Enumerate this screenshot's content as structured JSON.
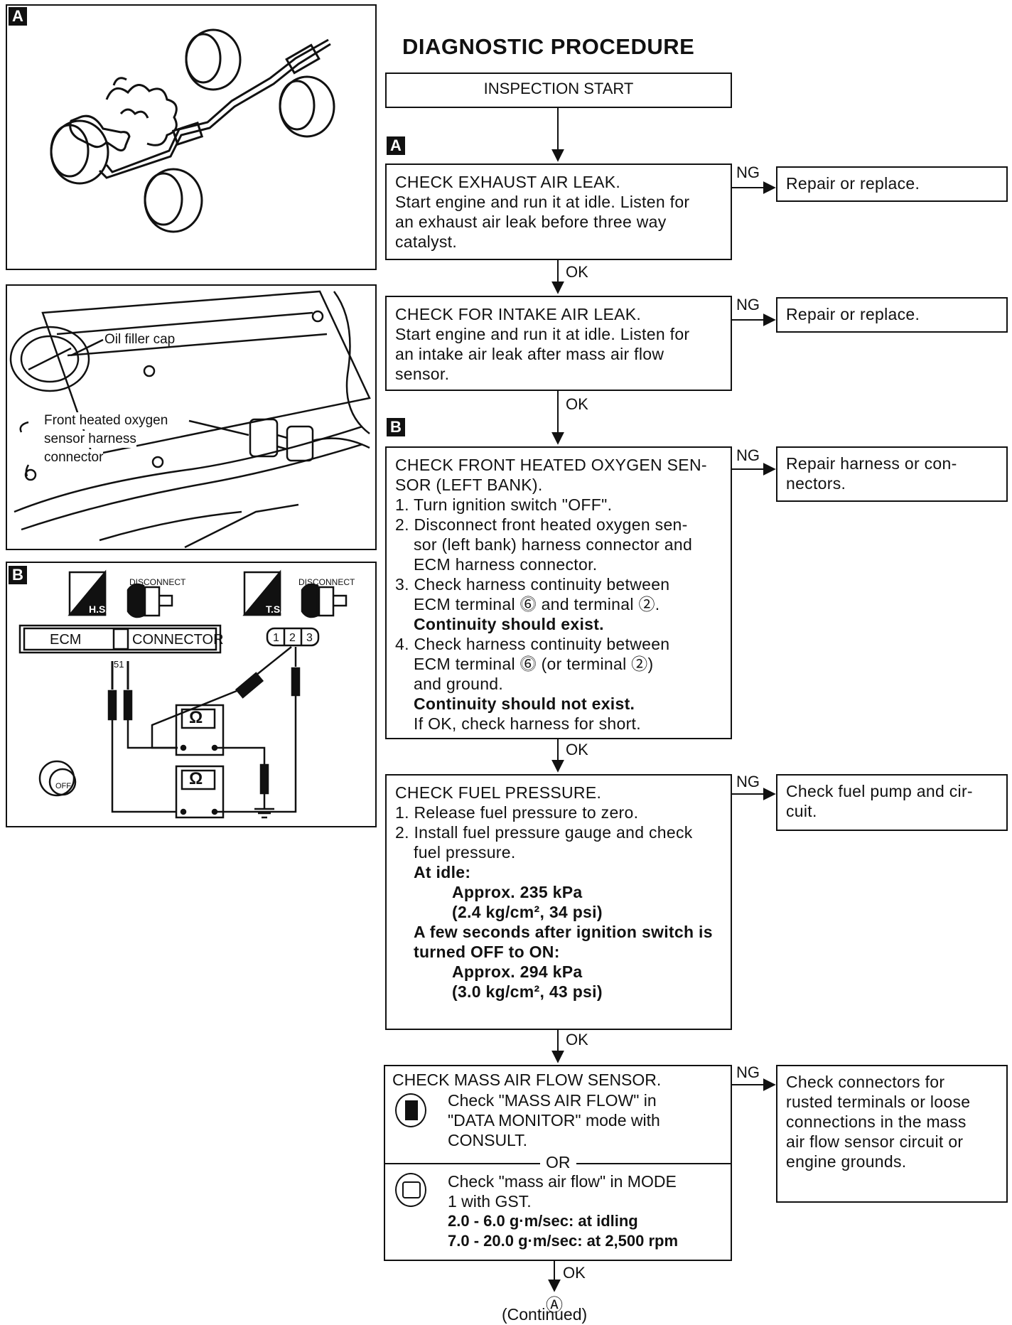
{
  "title": "DIAGNOSTIC PROCEDURE",
  "start_label": "INSPECTION START",
  "tags": {
    "a": "A",
    "b": "B"
  },
  "ok_label": "OK",
  "ng_label": "NG",
  "or_label": "OR",
  "steps": [
    {
      "lines": [
        "CHECK EXHAUST AIR LEAK.",
        "Start engine and run it at idle. Listen for",
        "an exhaust air leak before three way",
        "catalyst."
      ],
      "ng_action": [
        "Repair or replace."
      ]
    },
    {
      "lines": [
        "CHECK FOR INTAKE AIR LEAK.",
        "Start engine and run it at idle. Listen for",
        "an intake air leak after mass air flow",
        "sensor."
      ],
      "ng_action": [
        "Repair or replace."
      ]
    },
    {
      "lines": [
        "CHECK FRONT HEATED OXYGEN SEN-",
        "SOR (LEFT BANK).",
        "1. Turn ignition switch \"OFF\".",
        "2. Disconnect front heated oxygen sen-",
        "sor (left bank) harness connector and",
        "ECM harness connector.",
        "3. Check harness continuity between",
        "ECM terminal ⓺ and terminal ②.",
        "Continuity should exist.",
        "4. Check harness continuity between",
        "ECM terminal ⓺ (or terminal ②)",
        "and ground.",
        "Continuity should not exist.",
        "If OK, check harness for short."
      ],
      "ng_action": [
        "Repair harness or con-",
        "nectors."
      ]
    },
    {
      "lines": [
        "CHECK FUEL PRESSURE.",
        "1. Release fuel pressure to zero.",
        "2. Install fuel pressure gauge and check",
        "fuel pressure.",
        "At idle:",
        "Approx. 235 kPa",
        "(2.4 kg/cm², 34 psi)",
        "A few seconds after ignition switch is",
        "turned OFF to ON:",
        "Approx. 294 kPa",
        "(3.0 kg/cm², 43 psi)"
      ],
      "ng_action": [
        "Check fuel pump and cir-",
        "cuit."
      ]
    },
    {
      "lines": [
        "CHECK MASS AIR FLOW SENSOR.",
        "Check \"MASS AIR FLOW\" in",
        "\"DATA MONITOR\" mode with",
        "CONSULT.",
        "Check \"mass air flow\" in MODE",
        "1 with GST.",
        "2.0 - 6.0 g·m/sec: at idling",
        "7.0 - 20.0 g·m/sec: at 2,500 rpm"
      ],
      "ng_action": [
        "Check connectors for",
        "rusted terminals or loose",
        "connections in the mass",
        "air flow sensor circuit or",
        "engine grounds."
      ]
    }
  ],
  "continue_mark": "Ⓐ",
  "continued_label": "(Continued)",
  "figure_labels": {
    "oil_cap": "Oil filler cap",
    "sensor_1": "Front heated oxygen",
    "sensor_2": "sensor harness",
    "sensor_3": "connector",
    "disconnect": "DISCONNECT",
    "hs": "H.S.",
    "ts": "T.S.",
    "ecm": "ECM",
    "connector": "CONNECTOR",
    "pin51": "51",
    "pins": [
      "1",
      "2",
      "3"
    ],
    "ohm": "Ω",
    "off": "OFF"
  }
}
